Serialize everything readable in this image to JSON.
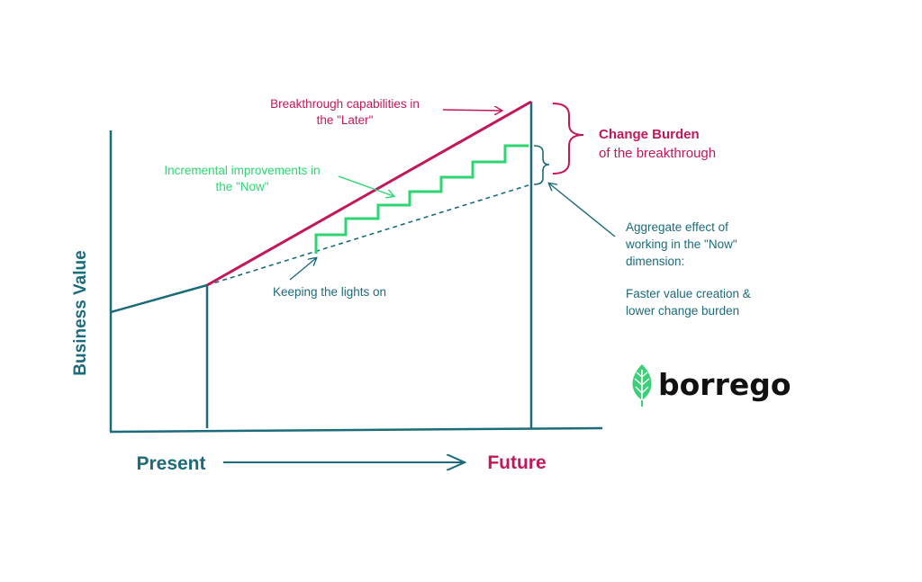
{
  "colors": {
    "teal": "#1b6b7b",
    "crimson": "#c2185b",
    "green": "#2ed573",
    "logo_leaf": "#3ecf7a",
    "logo_text": "#111111"
  },
  "axes": {
    "y_label": "Business Value",
    "x_start_label": "Present",
    "x_end_label": "Future"
  },
  "annotations": {
    "breakthrough": [
      "Breakthrough capabilities in",
      "the \"Later\""
    ],
    "incremental": [
      "Incremental improvements in",
      "the \"Now\""
    ],
    "lights": "Keeping the lights on",
    "aggregate": [
      "Aggregate effect of",
      "working in the \"Now\"",
      "dimension:"
    ],
    "faster": [
      "Faster value creation &",
      "lower change burden"
    ]
  },
  "change_burden": {
    "title": "Change Burden",
    "subtitle": "of the breakthrough"
  },
  "logo": {
    "text": "borrego",
    "icon": "leaf-icon"
  }
}
